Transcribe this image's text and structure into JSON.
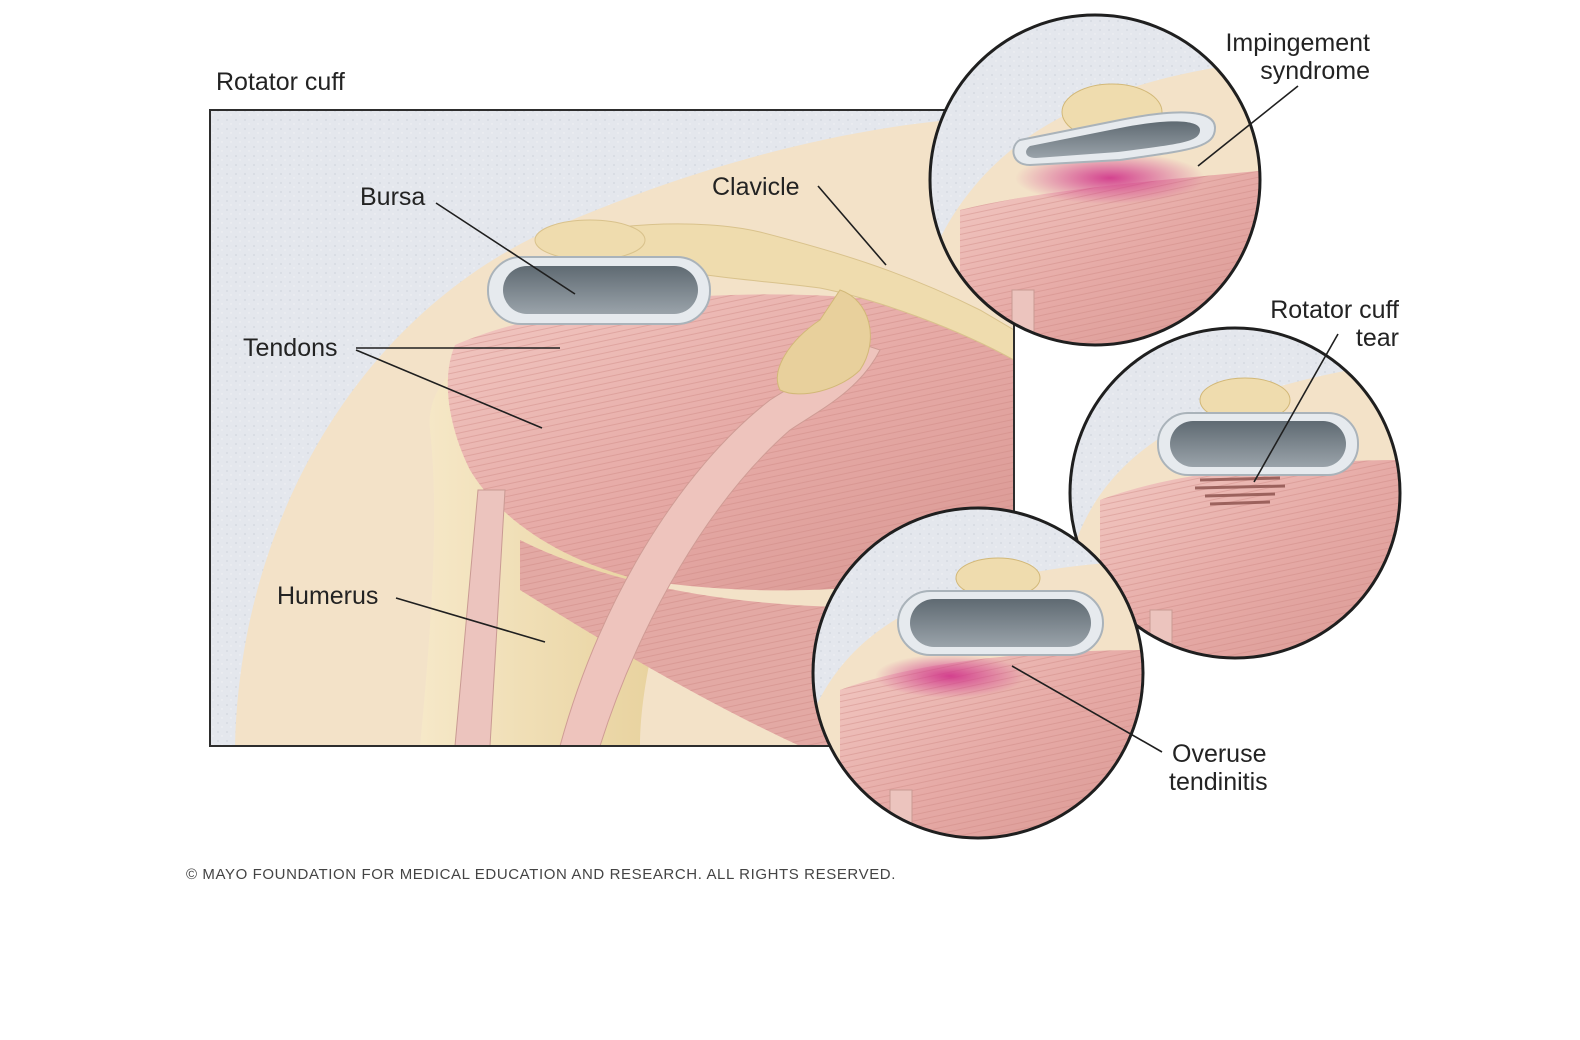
{
  "figure": {
    "title": "Rotator cuff",
    "copyright": "© MAYO FOUNDATION FOR MEDICAL EDUCATION AND RESEARCH. ALL RIGHTS RESERVED."
  },
  "labels": {
    "bursa": "Bursa",
    "clavicle": "Clavicle",
    "tendons": "Tendons",
    "humerus": "Humerus"
  },
  "insets": {
    "impingement_line1": "Impingement",
    "impingement_line2": "syndrome",
    "tear_line1": "Rotator cuff",
    "tear_line2": "tear",
    "tendinitis_line1": "Overuse",
    "tendinitis_line2": "tendinitis"
  },
  "colors": {
    "background_texture": "#e3e6ec",
    "skin": "#f3e2c8",
    "muscle": "#e9b5b0",
    "bone": "#efdcae",
    "bursa_outer": "#dfe4e8",
    "bursa_inner": "#7f8a92",
    "inflammation": "#d6408f",
    "frame": "#333333"
  }
}
